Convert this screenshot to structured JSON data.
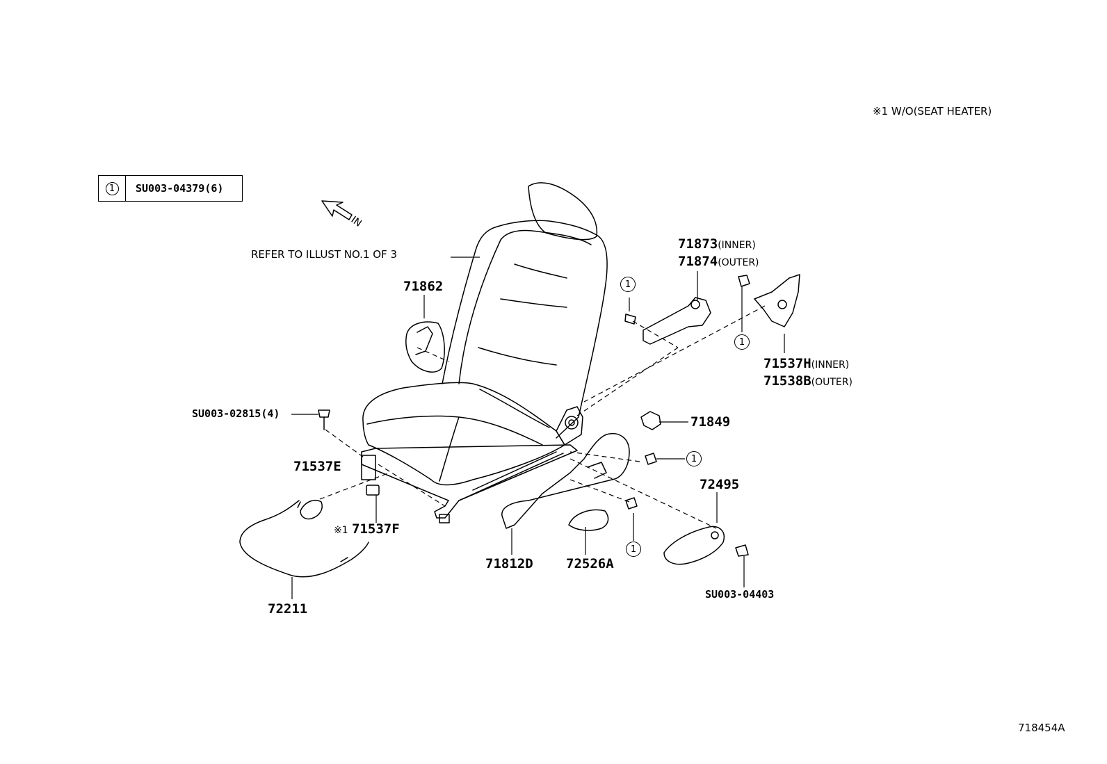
{
  "note_top": "※1 W/O(SEAT HEATER)",
  "legend": {
    "symbol": "1",
    "part": "SU003-04379(6)"
  },
  "direction": "IN",
  "refer": "REFER TO ILLUST NO.1 OF 3",
  "callout_symbol": "1",
  "parts": {
    "p71873": "71873",
    "p71873_tag": "(INNER)",
    "p71874": "71874",
    "p71874_tag": "(OUTER)",
    "p71862": "71862",
    "p71537H": "71537H",
    "p71537H_tag": "(INNER)",
    "p71538B": "71538B",
    "p71538B_tag": "(OUTER)",
    "pSU02815": "SU003-02815(4)",
    "p71849": "71849",
    "p71537E": "71537E",
    "p72495": "72495",
    "p71537F_mark": "※1",
    "p71537F": "71537F",
    "p71812D": "71812D",
    "p72526A": "72526A",
    "pSU04403": "SU003-04403",
    "p72211": "72211"
  },
  "illust_id": "718454A"
}
